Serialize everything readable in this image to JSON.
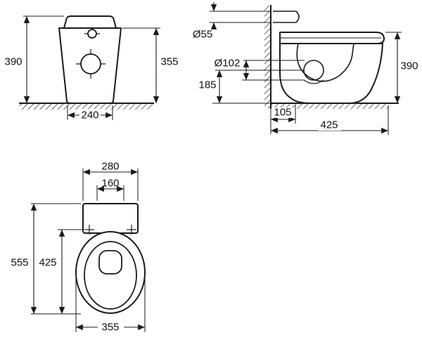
{
  "drawing": {
    "type": "toilet-pan-dimension-drawing",
    "background": "#ffffff",
    "line_color": "#1a1a1a"
  },
  "views": {
    "front": {
      "label": "front-view",
      "dims": {
        "overall_height": "390",
        "rim_height": "355",
        "base_width": "240"
      }
    },
    "side": {
      "label": "side-view",
      "dims": {
        "inlet_diameter": "Ø55",
        "trap_diameter": "Ø102",
        "outlet_height": "185",
        "overall_height": "390",
        "outlet_setout": "105",
        "overall_depth": "425"
      }
    },
    "plan": {
      "label": "plan-view",
      "dims": {
        "back_width": "280",
        "hole_spacing": "160",
        "overall_length": "555",
        "seat_length": "425",
        "bowl_width": "355"
      }
    }
  }
}
